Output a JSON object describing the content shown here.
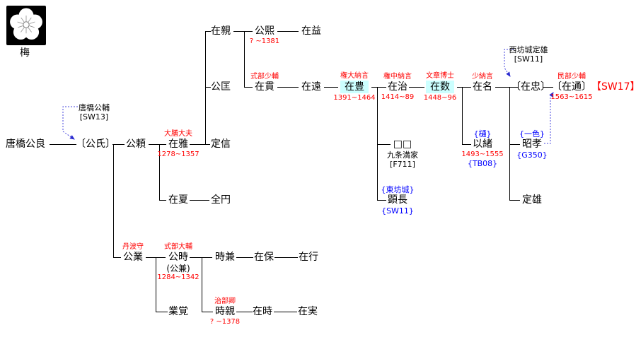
{
  "colors": {
    "text": "#000000",
    "accent_red": "#ff0000",
    "reference_blue": "#0000ff",
    "highlight_cyan": "#ccffff",
    "arrow_blue": "#4444dd"
  },
  "crest": {
    "icon": "plum-blossom-crest",
    "label": "梅"
  },
  "float_labels": {
    "karahashi_kimisuke": {
      "line1": "唐橋公輔",
      "line2": "[SW13]"
    },
    "nishibojo_sadao": {
      "line1": "西坊城定雄",
      "line2": "[SW11]"
    }
  },
  "persons": {
    "kimiyoshi": {
      "name": "唐橋公良"
    },
    "kimiuji": {
      "name": "〔公氏〕"
    },
    "kimiyori": {
      "name": "公頼"
    },
    "arimasa": {
      "name": "在雅",
      "title": "大膳大夫",
      "dates": "1278~1357"
    },
    "sadanobu": {
      "name": "定信"
    },
    "kimimasa": {
      "name": "公匡"
    },
    "arichika": {
      "name": "在親"
    },
    "kimihiro": {
      "name": "公熙",
      "dates": "? ~1381"
    },
    "arimasu": {
      "name": "在益"
    },
    "aritsura": {
      "name": "在貫",
      "title": "式部少輔"
    },
    "arito": {
      "name": "在遠"
    },
    "aritoyo": {
      "name": "在豊",
      "title": "権大納言",
      "dates": "1391~1464",
      "highlight": true
    },
    "ariharu": {
      "name": "在治",
      "title": "権中納言",
      "dates": "1414~89"
    },
    "arikazu": {
      "name": "在数",
      "title": "文章博士",
      "dates": "1448~96",
      "highlight": true
    },
    "arina": {
      "name": "在名",
      "title": "少納言"
    },
    "aritada": {
      "name": "〔在忠〕"
    },
    "arimichi": {
      "name": "〔在通〕",
      "suffix": "【SW17】",
      "title": "民部少輔",
      "dates": "1563~1615"
    },
    "daughter": {
      "name": "□□",
      "spouse": "九条満家",
      "spouse_ref": "[F711]"
    },
    "mochio": {
      "name": "以緒",
      "tag": "{樋}",
      "dates": "1493~1555",
      "code": "{TB08}"
    },
    "akitaka": {
      "name": "昭孝",
      "tag": "{一色}",
      "code": "{G350}"
    },
    "akinaga": {
      "name": "顕長",
      "tag": "{東坊城}",
      "code": "{SW11}"
    },
    "sadao": {
      "name": "定雄"
    },
    "arinatsu": {
      "name": "在夏"
    },
    "zenen": {
      "name": "全円"
    },
    "kiminari": {
      "name": "公業",
      "title": "丹波守"
    },
    "kimitoki": {
      "name": "公時",
      "title": "式部大輔",
      "alias": "(公兼)",
      "dates": "1284~1342"
    },
    "gyokaku": {
      "name": "業覚"
    },
    "tokikane": {
      "name": "時兼"
    },
    "ariyasu": {
      "name": "在保"
    },
    "ariyuki": {
      "name": "在行"
    },
    "tokichika": {
      "name": "時親",
      "title": "治部卿",
      "dates": "? ~1378"
    },
    "aritoki": {
      "name": "在時"
    },
    "arizane": {
      "name": "在実"
    }
  }
}
